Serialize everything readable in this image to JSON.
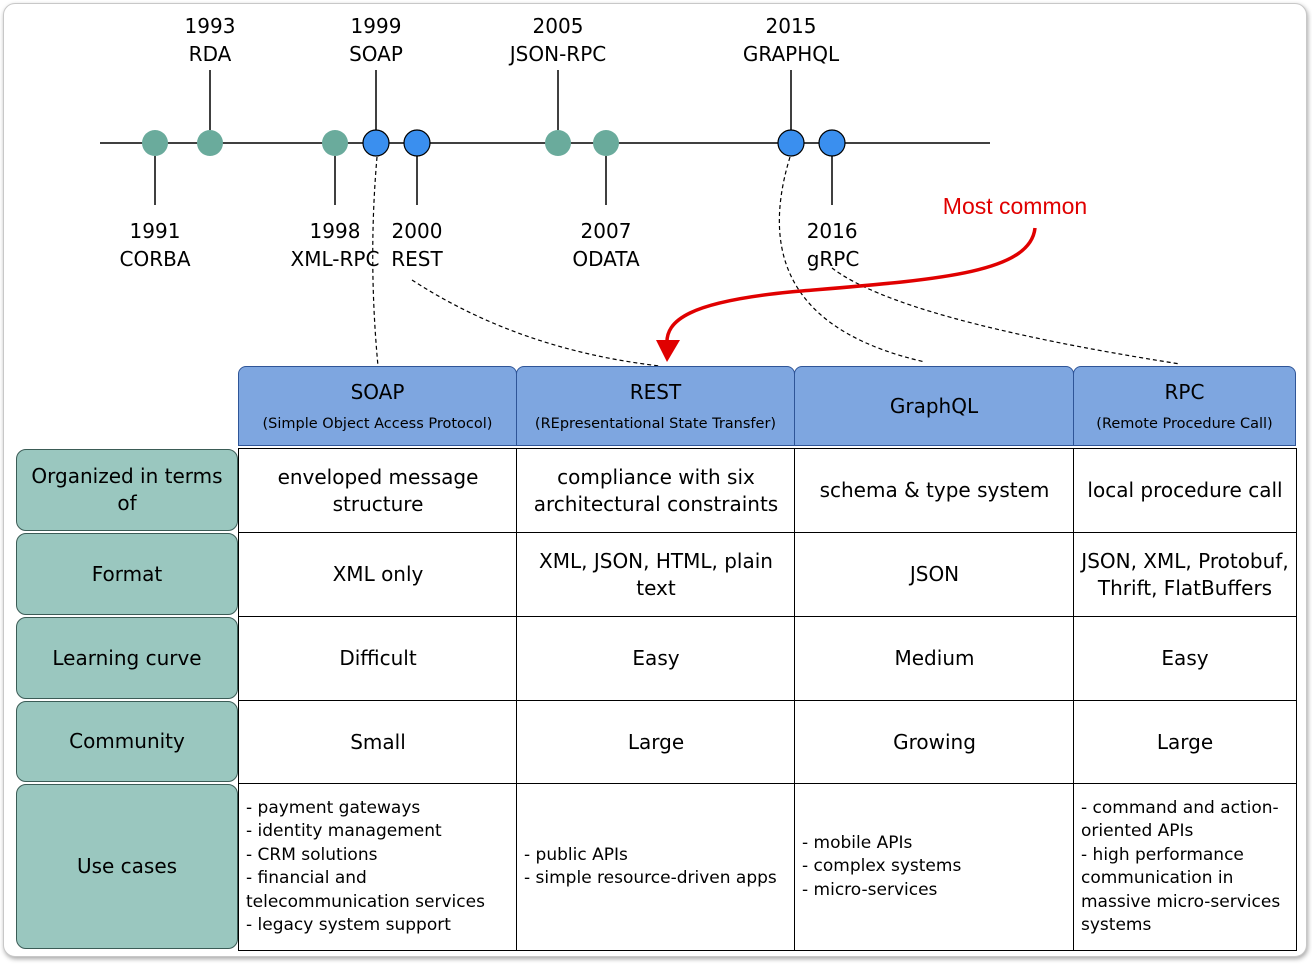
{
  "timeline": {
    "events": [
      {
        "year": "1991",
        "name": "CORBA",
        "kind": "green"
      },
      {
        "year": "1993",
        "name": "RDA",
        "kind": "green"
      },
      {
        "year": "1998",
        "name": "XML-RPC",
        "kind": "green"
      },
      {
        "year": "1999",
        "name": "SOAP",
        "kind": "blue"
      },
      {
        "year": "2000",
        "name": "REST",
        "kind": "blue"
      },
      {
        "year": "2005",
        "name": "JSON-RPC",
        "kind": "green"
      },
      {
        "year": "2007",
        "name": "ODATA",
        "kind": "green"
      },
      {
        "year": "2015",
        "name": "GRAPHQL",
        "kind": "blue"
      },
      {
        "year": "2016",
        "name": "gRPC",
        "kind": "blue"
      }
    ],
    "colors": {
      "green": "#6aab9c",
      "blue": "#3a8fef",
      "annotation": "#e00000"
    }
  },
  "annotation": "Most common",
  "columns": [
    {
      "title": "SOAP",
      "subtitle": "(Simple Object Access Protocol)"
    },
    {
      "title": "REST",
      "subtitle": "(REpresentational State Transfer)"
    },
    {
      "title": "GraphQL",
      "subtitle": ""
    },
    {
      "title": "RPC",
      "subtitle": "(Remote Procedure Call)"
    }
  ],
  "rows": [
    {
      "label": "Organized in terms of",
      "cells": [
        "enveloped message structure",
        "compliance with six architectural constraints",
        "schema & type system",
        "local procedure call"
      ]
    },
    {
      "label": "Format",
      "cells": [
        "XML only",
        "XML, JSON, HTML, plain text",
        "JSON",
        "JSON, XML, Protobuf, Thrift, FlatBuffers"
      ]
    },
    {
      "label": "Learning curve",
      "cells": [
        "Difficult",
        "Easy",
        "Medium",
        "Easy"
      ]
    },
    {
      "label": "Community",
      "cells": [
        "Small",
        "Large",
        "Growing",
        "Large"
      ]
    },
    {
      "label": "Use cases",
      "cells": [
        "- payment gateways\n- identity management\n- CRM solutions\n- financial and telecommunication services\n- legacy system support",
        "- public APIs\n- simple resource-driven apps",
        "- mobile APIs\n- complex systems\n- micro-services",
        "- command and action-oriented APIs\n- high performance communication in massive micro-services systems"
      ]
    }
  ]
}
